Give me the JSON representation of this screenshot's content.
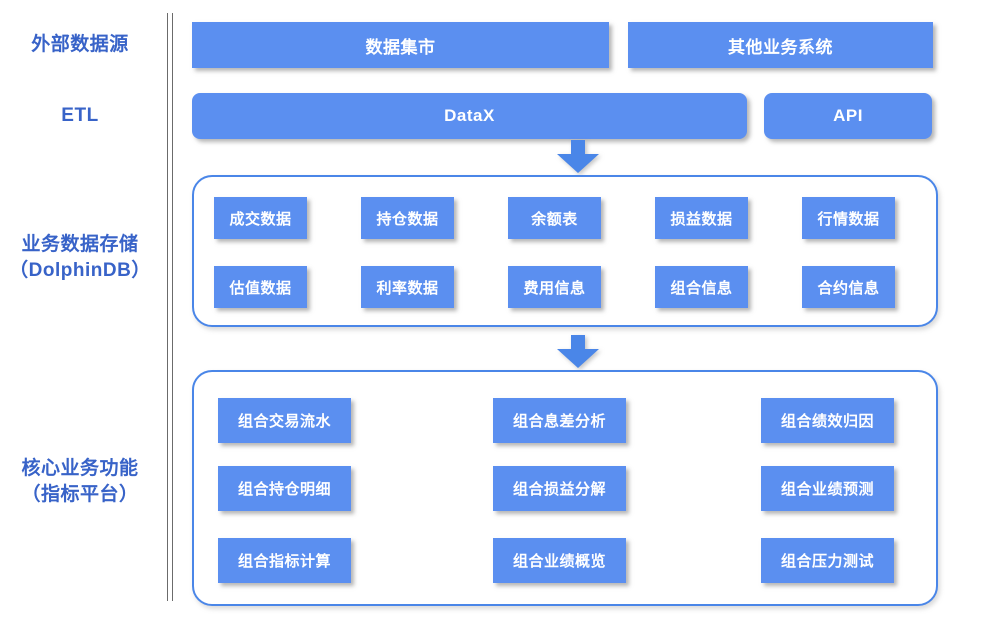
{
  "diagram": {
    "title": "Data platform architecture",
    "colors": {
      "box_fill": "#5b8ff0",
      "box_text": "#ffffff",
      "group_border": "#4a86e8",
      "label_text": "#3863c8",
      "divider": "#6b6b6b",
      "arrow": "#4a86e8",
      "background": "#ffffff"
    },
    "row_labels": [
      {
        "id": "external-data-source",
        "text": "外部数据源"
      },
      {
        "id": "etl",
        "text": "ETL"
      },
      {
        "id": "business-data-storage",
        "text": "业务数据存储\n（DolphinDB）"
      },
      {
        "id": "core-business-function",
        "text": "核心业务功能\n（指标平台）"
      }
    ],
    "source_row": {
      "boxes": [
        {
          "id": "data-mart",
          "label": "数据集市"
        },
        {
          "id": "other-business-systems",
          "label": "其他业务系统"
        }
      ]
    },
    "etl_row": {
      "boxes": [
        {
          "id": "datax",
          "label": "DataX"
        },
        {
          "id": "api",
          "label": "API"
        }
      ]
    },
    "storage_group": {
      "boxes": [
        {
          "id": "trade-data",
          "label": "成交数据"
        },
        {
          "id": "position-data",
          "label": "持仓数据"
        },
        {
          "id": "balance-sheet",
          "label": "余额表"
        },
        {
          "id": "pnl-data",
          "label": "损益数据"
        },
        {
          "id": "market-data",
          "label": "行情数据"
        },
        {
          "id": "valuation-data",
          "label": "估值数据"
        },
        {
          "id": "interest-rate-data",
          "label": "利率数据"
        },
        {
          "id": "fee-info",
          "label": "费用信息"
        },
        {
          "id": "portfolio-info",
          "label": "组合信息"
        },
        {
          "id": "contract-info",
          "label": "合约信息"
        }
      ]
    },
    "function_group": {
      "boxes": [
        {
          "id": "portfolio-trade-flow",
          "label": "组合交易流水"
        },
        {
          "id": "portfolio-spread-analysis",
          "label": "组合息差分析"
        },
        {
          "id": "portfolio-performance-attribution",
          "label": "组合绩效归因"
        },
        {
          "id": "portfolio-position-detail",
          "label": "组合持仓明细"
        },
        {
          "id": "portfolio-pnl-decomposition",
          "label": "组合损益分解"
        },
        {
          "id": "portfolio-performance-forecast",
          "label": "组合业绩预测"
        },
        {
          "id": "portfolio-metric-calculation",
          "label": "组合指标计算"
        },
        {
          "id": "portfolio-performance-overview",
          "label": "组合业绩概览"
        },
        {
          "id": "portfolio-stress-test",
          "label": "组合压力测试"
        }
      ]
    },
    "arrows": [
      {
        "id": "arrow-etl-to-storage",
        "direction": "down"
      },
      {
        "id": "arrow-storage-to-function",
        "direction": "down"
      }
    ]
  }
}
